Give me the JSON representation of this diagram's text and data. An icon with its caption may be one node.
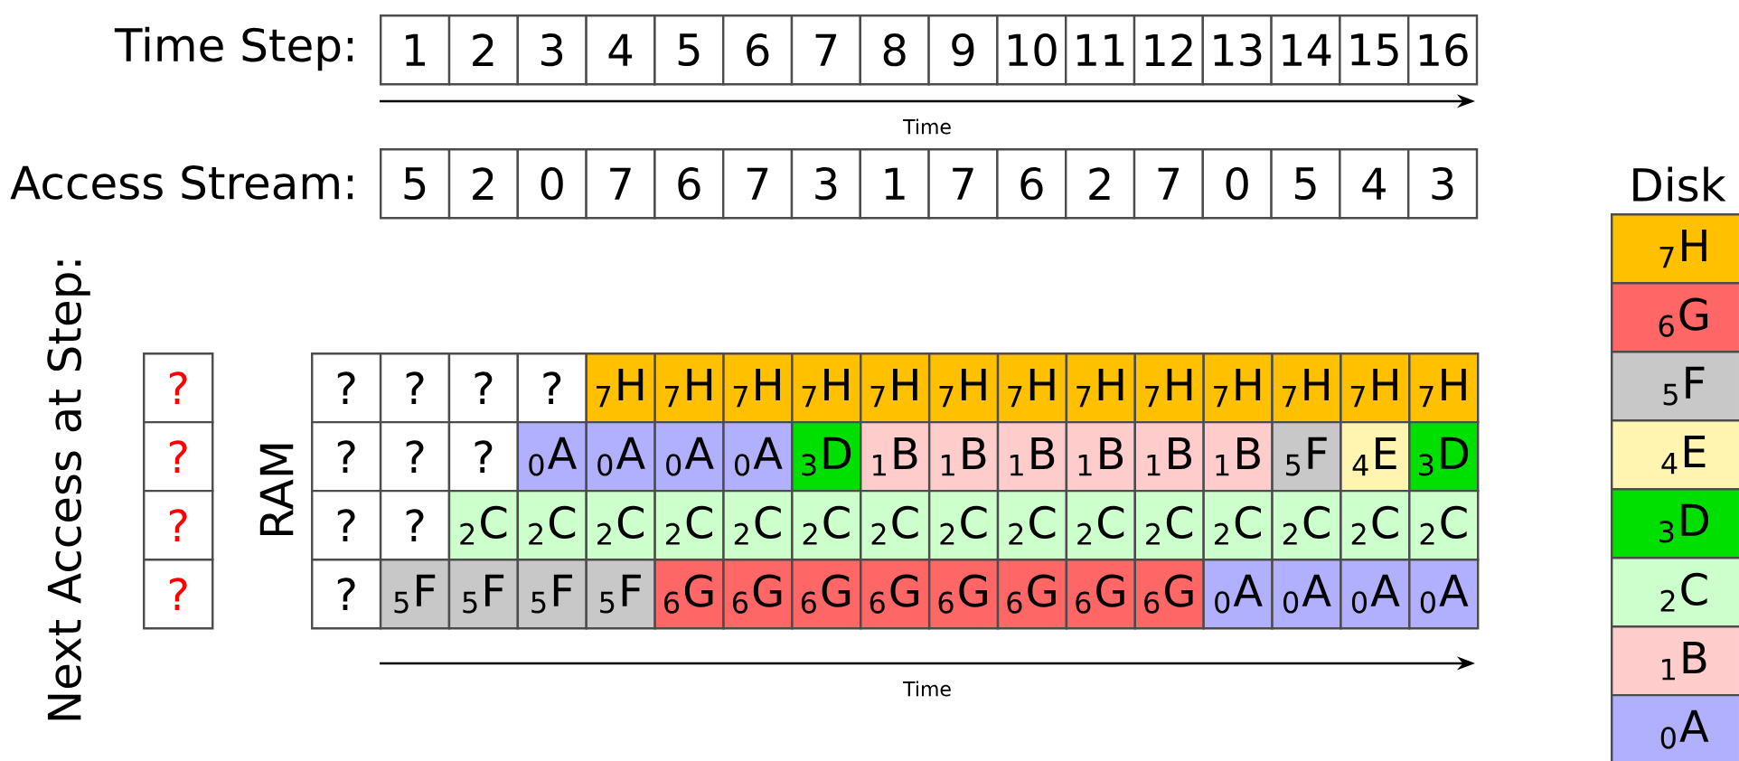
{
  "diagram": {
    "labels": [
      "Time Step:",
      "1",
      "2",
      "3",
      "4",
      "5",
      "6",
      "7",
      "8",
      "9",
      "10",
      "11",
      "12",
      "13",
      "14",
      "15",
      "16",
      "Time",
      "Access Stream:",
      "5",
      "2",
      "0",
      "7",
      "6",
      "7",
      "3",
      "1",
      "7",
      "6",
      "2",
      "7",
      "0",
      "5",
      "4",
      "3",
      "Next Access at Step:",
      "?",
      "?",
      "?",
      "?",
      "RAM",
      "?",
      "?",
      "?",
      "?",
      "$_{7}$H",
      "$_{7}$H",
      "$_{7}$H",
      "$_{7}$H",
      "$_{7}$H",
      "$_{7}$H",
      "$_{7}$H",
      "$_{7}$H",
      "$_{7}$H",
      "$_{7}$H",
      "$_{7}$H",
      "$_{7}$H",
      "$_{7}$H",
      "?",
      "?",
      "?",
      "$_{0}$A",
      "$_{0}$A",
      "$_{0}$A",
      "$_{0}$A",
      "$_{3}$D",
      "$_{1}$B",
      "$_{1}$B",
      "$_{1}$B",
      "$_{1}$B",
      "$_{1}$B",
      "$_{1}$B",
      "$_{5}$F",
      "$_{4}$E",
      "$_{3}$D",
      "?",
      "?",
      "$_{2}$C",
      "$_{2}$C",
      "$_{2}$C",
      "$_{2}$C",
      "$_{2}$C",
      "$_{2}$C",
      "$_{2}$C",
      "$_{2}$C",
      "$_{2}$C",
      "$_{2}$C",
      "$_{2}$C",
      "$_{2}$C",
      "$_{2}$C",
      "$_{2}$C",
      "$_{2}$C",
      "?",
      "$_{5}$F",
      "$_{5}$F",
      "$_{5}$F",
      "$_{5}$F",
      "$_{6}$G",
      "$_{6}$G",
      "$_{6}$G",
      "$_{6}$G",
      "$_{6}$G",
      "$_{6}$G",
      "$_{6}$G",
      "$_{6}$G",
      "$_{0}$A",
      "$_{0}$A",
      "$_{0}$A",
      "$_{0}$A",
      "Time",
      "Disk",
      "$_{7}$H",
      "$_{6}$G",
      "$_{5}$F",
      "$_{4}$E",
      "$_{3}$D",
      "$_{2}$C",
      "$_{1}$B",
      "$_{0}$A"
    ]
  }
}
